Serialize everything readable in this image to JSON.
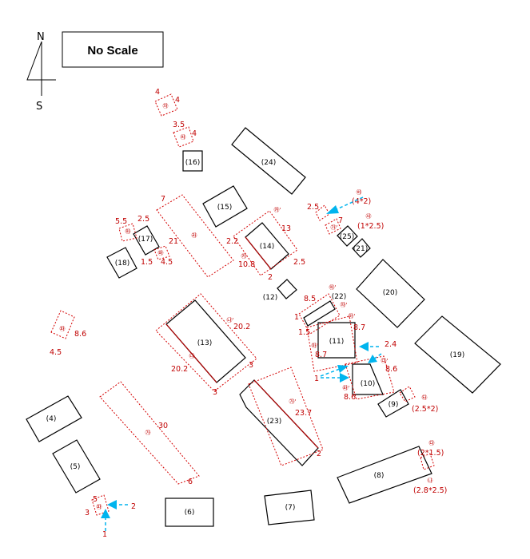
{
  "compass": {
    "north": "N",
    "south": "S"
  },
  "scale_note": "No Scale",
  "buildings": [
    "(4)",
    "(5)",
    "(6)",
    "(7)",
    "(8)",
    "(9)",
    "(10)",
    "(11)",
    "(12)",
    "(13)",
    "(14)",
    "(15)",
    "(16)",
    "(17)",
    "(18)",
    "(19)",
    "(20)",
    "(21)",
    "(22)",
    "(23)",
    "(24)",
    "(25)"
  ],
  "symbols": {
    "ga": "㉮",
    "na": "㉯",
    "da": "㉰",
    "ra": "㉱",
    "ma": "㉲",
    "ba": "㉳",
    "sa": "㉴",
    "a": "㉵",
    "ja": "㉶",
    "cha": "㉷",
    "ka": "㉸",
    "ta": "㉹",
    "pa": "㉺",
    "ha": "㉻",
    "a_p": "㉵'",
    "ba_p": "㉳'",
    "ga_p": "㉮'",
    "na_p": "㉯'",
    "da_p": "㉰'",
    "ra_p": "㉱'",
    "ma_p": "㉲'",
    "ka_p": "㉸'",
    "ja_p": "㉶'"
  },
  "dims": {
    "d4a": "4",
    "d4b": "4",
    "d35": "3.5",
    "d4c": "4",
    "d7": "7",
    "d55": "5.5",
    "d25a": "2.5",
    "d21": "21",
    "d15a": "1.5",
    "d45a": "4.5",
    "d22": "2.2",
    "d13": "13",
    "d108": "10.8",
    "d25b": "2.5",
    "d2a": "2",
    "d25c": "2.5",
    "d7b": "7",
    "d4x2": "(4*2)",
    "d1x25": "(1*2.5)",
    "d85": "8.5",
    "d1": "1",
    "d15b": "1.5",
    "d202a": "20.2",
    "d202b": "20.2",
    "d3a": "3",
    "d3b": "3",
    "d87a": "8.7",
    "d87b": "8.7",
    "d24": "2.4",
    "d86a": "8.6",
    "d86b": "8.6",
    "d1b": "1",
    "d237": "23.7",
    "d2b": "2",
    "d30": "30",
    "d6": "6",
    "d86c": "8.6",
    "d45b": "4.5",
    "d25x2": "(2.5*2)",
    "d2x15": "(2*1.5)",
    "d28x25": "(2.8*2.5)",
    "d5": "5",
    "d3c": "3",
    "d2c": "2",
    "d1c": "1"
  },
  "colors": {
    "outline": "#000000",
    "extension": "#d40000",
    "arrow": "#00b4ee"
  }
}
